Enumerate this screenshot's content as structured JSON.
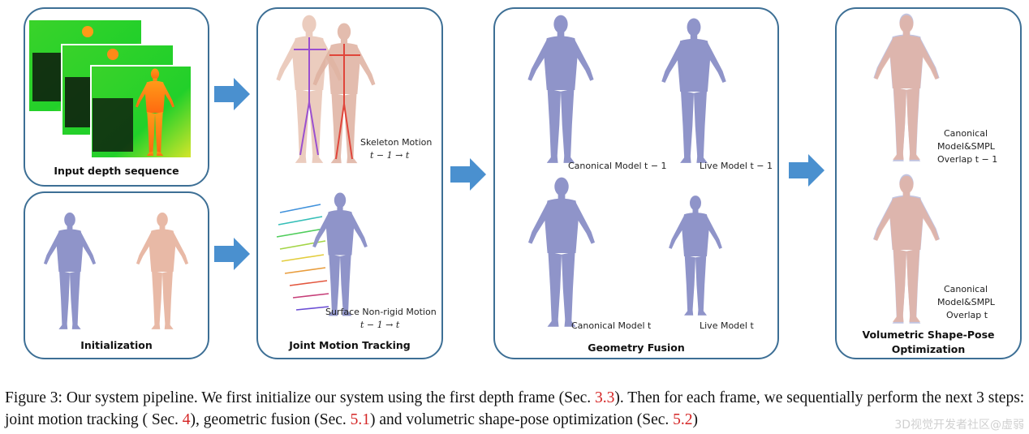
{
  "panels": {
    "input": {
      "title": "Input depth sequence"
    },
    "init": {
      "title": "Initialization"
    },
    "tracking": {
      "title": "Joint Motion Tracking",
      "skeleton_label": "Skeleton Motion",
      "skeleton_time": "t − 1 → t",
      "surface_label": "Surface Non-rigid Motion",
      "surface_time": "t − 1 → t"
    },
    "fusion": {
      "title": "Geometry Fusion",
      "canonical_prev": "Canonical Model t − 1",
      "live_prev": "Live Model t − 1",
      "canonical_cur": "Canonical Model t",
      "live_cur": "Live Model t"
    },
    "optimization": {
      "title_line1": "Volumetric Shape-Pose",
      "title_line2": "Optimization",
      "top_line1": "Canonical",
      "top_line2": "Model&SMPL",
      "top_line3": "Overlap t − 1",
      "bottom_line1": "Canonical",
      "bottom_line2": "Model&SMPL",
      "bottom_line3": "Overlap t"
    }
  },
  "caption": {
    "text_a": "Figure 3: Our system pipeline. We first initialize our system using the first depth frame (Sec. ",
    "ref_a": "3.3",
    "text_b": "). Then for each frame, we sequentially perform the next 3 steps: joint motion tracking ( Sec. ",
    "ref_b": "4",
    "text_c": "), geometric fusion (Sec. ",
    "ref_c": "5.1",
    "text_d": ") and volumetric shape-pose optimization (Sec. ",
    "ref_d": "5.2",
    "text_e": ")"
  },
  "watermark": "3D视觉开发者社区@虚弱",
  "colors": {
    "panel_border": "#3d6f95",
    "arrow": "#4a90cf",
    "mesh_blue": "#8f94c9",
    "skin": "#e8b9a6",
    "depth_green": "#2ed52a",
    "depth_orange": "#ff7a10",
    "ref_red": "#d42525"
  }
}
